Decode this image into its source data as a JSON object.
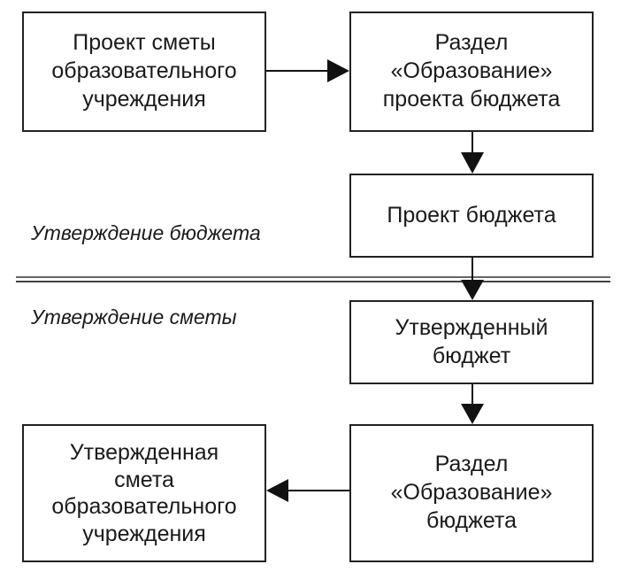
{
  "boxes": {
    "project_estimate": "Проект сметы\nобразовательного\nучреждения",
    "education_section_draft": "Раздел\n«Образование»\nпроекта бюджета",
    "budget_draft": "Проект бюджета",
    "approved_budget": "Утвержденный\nбюджет",
    "education_section_budget": "Раздел\n«Образование»\nбюджета",
    "approved_estimate": "Утвержденная\nсмета\nобразовательного\nучреждения"
  },
  "stage_labels": {
    "budget_approval": "Утверждение бюджета",
    "estimate_approval": "Утверждение сметы"
  },
  "colors": {
    "border": "#222222",
    "divider": "#555555",
    "arrow": "#111111"
  }
}
